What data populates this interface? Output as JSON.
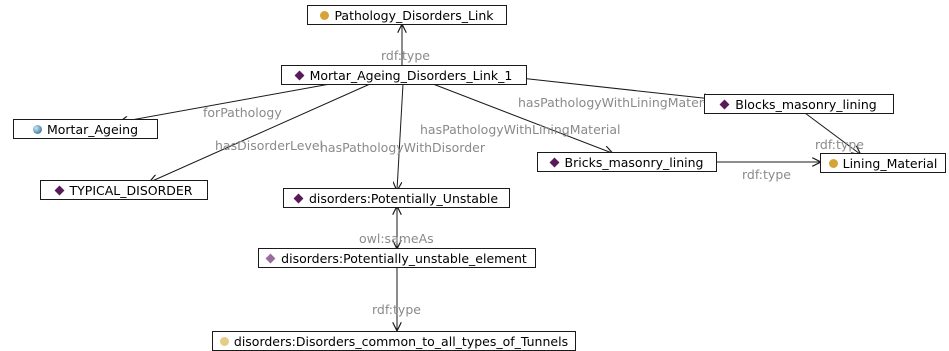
{
  "colors": {
    "class_icon": "#d4a437",
    "class_icon_light": "#e6cc85",
    "individual_icon": "#5a1a5a",
    "individual_icon_light": "#9a6c9e",
    "value_icon": "#5a8fb0",
    "edge": "#1a1a1a",
    "edge_label": "#8a8a8a"
  },
  "nodes": {
    "pathology_disorders_link": {
      "label": "Pathology_Disorders_Link",
      "icon": "class-circle-icon"
    },
    "mortar_ageing_disorders_link_1": {
      "label": "Mortar_Ageing_Disorders_Link_1",
      "icon": "individual-diamond-icon"
    },
    "mortar_ageing": {
      "label": "Mortar_Ageing",
      "icon": "value-sphere-icon"
    },
    "typical_disorder": {
      "label": "TYPICAL_DISORDER",
      "icon": "individual-diamond-icon"
    },
    "potentially_unstable": {
      "label": "disorders:Potentially_Unstable",
      "icon": "individual-diamond-icon"
    },
    "potentially_unstable_element": {
      "label": "disorders:Potentially_unstable_element",
      "icon": "individual-diamond-light-icon"
    },
    "disorders_common": {
      "label": "disorders:Disorders_common_to_all_types_of_Tunnels",
      "icon": "class-circle-light-icon"
    },
    "bricks_masonry_lining": {
      "label": "Bricks_masonry_lining",
      "icon": "individual-diamond-icon"
    },
    "blocks_masonry_lining": {
      "label": "Blocks_masonry_lining",
      "icon": "individual-diamond-icon"
    },
    "lining_material": {
      "label": "Lining_Material",
      "icon": "class-circle-icon"
    }
  },
  "edge_labels": {
    "rdf_type_top": "rdf:type",
    "for_pathology": "forPathology",
    "has_disorder_level": "hasDisorderLevel",
    "has_pathology_with_disorder": "hasPathologyWithDisorder",
    "has_pathology_with_lining_material_1": "hasPathologyWithLiningMaterial",
    "has_pathology_with_lining_material_2": "hasPathologyWithLiningMaterial",
    "rdf_type_blocks": "rdf:type",
    "rdf_type_bricks": "rdf:type",
    "owl_same_as": "owl:sameAs",
    "rdf_type_bottom": "rdf:type"
  }
}
